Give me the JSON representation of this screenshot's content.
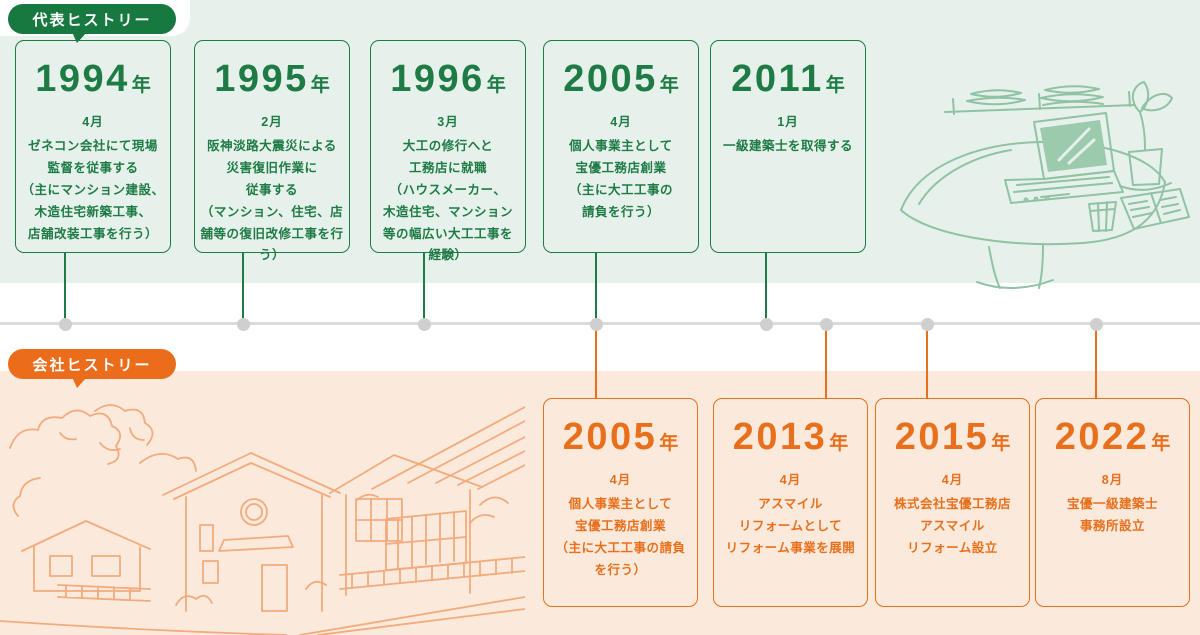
{
  "colors": {
    "green_dark": "#177840",
    "green_text": "#1E7B45",
    "green_band": "#E7F1EB",
    "green_sketch": "#90C2A4",
    "orange": "#EB6C1A",
    "orange_text": "#E8701C",
    "peach_band": "#FBE9DC",
    "orange_sketch": "#F2AB7D",
    "axis_gray": "#DBDBDB",
    "dot_gray": "#CFCFCF"
  },
  "rep_section": {
    "badge": "代表ヒストリー",
    "cards": [
      {
        "year": "1994",
        "year_suffix": "年",
        "month": "4月",
        "body": "ゼネコン会社にて現場\n監督を従事する\n（主にマンション建設、\n木造住宅新築工事、\n店舗改装工事を行う）"
      },
      {
        "year": "1995",
        "year_suffix": "年",
        "month": "2月",
        "body": "阪神淡路大震災による\n災害復旧作業に\n従事する\n（マンション、住宅、店\n舗等の復旧改修工事を行\nう）"
      },
      {
        "year": "1996",
        "year_suffix": "年",
        "month": "3月",
        "body": "大工の修行へと\n工務店に就職\n（ハウスメーカー、\n木造住宅、マンション\n等の幅広い大工工事を\n経験）"
      },
      {
        "year": "2005",
        "year_suffix": "年",
        "month": "4月",
        "body": "個人事業主として\n宝優工務店創業\n（主に大工工事の\n請負を行う）"
      },
      {
        "year": "2011",
        "year_suffix": "年",
        "month": "1月",
        "body": "一級建築士を取得する"
      }
    ]
  },
  "company_section": {
    "badge": "会社ヒストリー",
    "cards": [
      {
        "year": "2005",
        "year_suffix": "年",
        "month": "4月",
        "body": "個人事業主として\n宝優工務店創業\n（主に大工工事の請負\nを行う）"
      },
      {
        "year": "2013",
        "year_suffix": "年",
        "month": "4月",
        "body": "アスマイル\nリフォームとして\nリフォーム事業を展開"
      },
      {
        "year": "2015",
        "year_suffix": "年",
        "month": "4月",
        "body": "株式会社宝優工務店\nアスマイル\nリフォーム設立"
      },
      {
        "year": "2022",
        "year_suffix": "年",
        "month": "8月",
        "body": "宝優一級建築士\n事務所設立"
      }
    ]
  },
  "illustrations": {
    "top_right": "desk-with-laptop-sketch",
    "bottom_left": "houses-street-sketch"
  }
}
